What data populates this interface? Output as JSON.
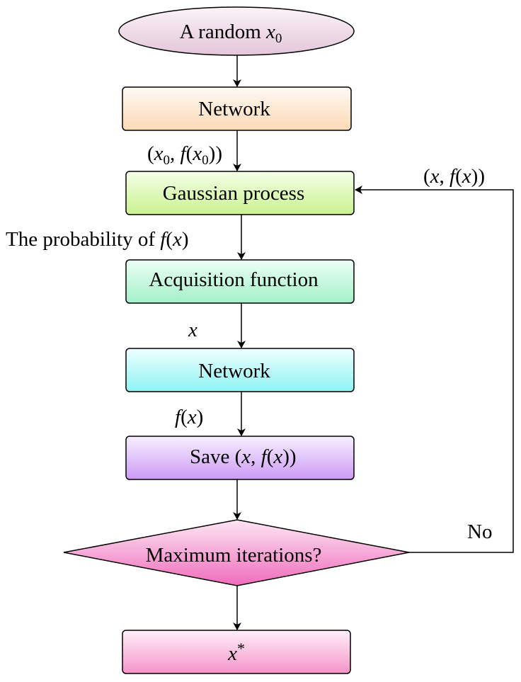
{
  "diagram": {
    "title": "Bayesian optimization flowchart",
    "nodes": [
      {
        "id": "start",
        "shape": "ellipse",
        "text": "A random ",
        "math": "x",
        "sub": "0",
        "fill_top": "#fbf3f8",
        "fill_bottom": "#e4c6d9"
      },
      {
        "id": "network1",
        "shape": "rect",
        "text": "Network",
        "fill_top": "#fffaf5",
        "fill_bottom": "#fbd9b5"
      },
      {
        "id": "gaussian",
        "shape": "rect",
        "text": "Gaussian process",
        "fill_top": "#f5ffe8",
        "fill_bottom": "#c9f28f"
      },
      {
        "id": "acquisition",
        "shape": "rect",
        "text": "Acquisition function",
        "fill_top": "#ecfff5",
        "fill_bottom": "#a4f0c9"
      },
      {
        "id": "network2",
        "shape": "rect",
        "text": "Network",
        "fill_top": "#eefefe",
        "fill_bottom": "#8ef4f4"
      },
      {
        "id": "save",
        "shape": "rect",
        "text": "Save (",
        "math": "x, f(x)",
        "text_after": ")",
        "fill_top": "#f8f0ff",
        "fill_bottom": "#cc9af5"
      },
      {
        "id": "decision",
        "shape": "diamond",
        "text": "Maximum iterations?",
        "fill_top": "#fde6f3",
        "fill_bottom": "#f06cbc"
      },
      {
        "id": "result",
        "shape": "rect",
        "math": "x*",
        "fill_top": "#fff0f8",
        "fill_bottom": "#f594c9"
      }
    ],
    "edges": [
      {
        "from": "start",
        "to": "network1",
        "label": ""
      },
      {
        "from": "network1",
        "to": "gaussian",
        "label": "(x0, f(x0))"
      },
      {
        "from": "gaussian",
        "to": "acquisition",
        "label": "The probability of f(x)"
      },
      {
        "from": "acquisition",
        "to": "network2",
        "label": "x"
      },
      {
        "from": "network2",
        "to": "save",
        "label": "f(x)"
      },
      {
        "from": "save",
        "to": "decision",
        "label": ""
      },
      {
        "from": "decision",
        "to": "result",
        "label": ""
      },
      {
        "from": "decision",
        "to": "gaussian",
        "label": "No",
        "loop_label": "(x, f(x))"
      }
    ],
    "labels": {
      "start_text": "A random ",
      "start_var": "x",
      "start_sub": "0",
      "network1": "Network",
      "edge_x0_open": "(",
      "edge_x0_var": "x",
      "edge_x0_sub": "0",
      "edge_x0_comma": ", ",
      "edge_x0_f": "f",
      "edge_x0_paren": "(",
      "edge_x0_var2": "x",
      "edge_x0_sub2": "0",
      "edge_x0_close": "))",
      "gaussian": "Gaussian process",
      "edge_prob_text": "The probability of ",
      "edge_prob_f": "f",
      "edge_prob_open": "(",
      "edge_prob_x": "x",
      "edge_prob_close": ")",
      "acquisition": "Acquisition function",
      "edge_x": "x",
      "network2": "Network",
      "edge_fx_f": "f",
      "edge_fx_open": "(",
      "edge_fx_x": "x",
      "edge_fx_close": ")",
      "save_text": "Save (",
      "save_x": "x",
      "save_comma": ", ",
      "save_f": "f",
      "save_open": "(",
      "save_x2": "x",
      "save_close": "))",
      "decision": "Maximum iterations?",
      "no_label": "No",
      "loop_open": "(",
      "loop_x": "x",
      "loop_comma": ", ",
      "loop_f": "f",
      "loop_paren": "(",
      "loop_x2": "x",
      "loop_close": "))",
      "result_var": "x",
      "result_star": "*"
    }
  }
}
